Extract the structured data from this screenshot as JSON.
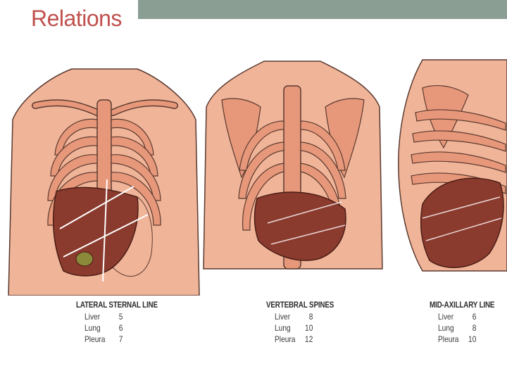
{
  "slide": {
    "title": "Relations"
  },
  "legends": [
    {
      "heading": "LATERAL STERNAL LINE",
      "rows": [
        {
          "label": "Liver",
          "value": "5"
        },
        {
          "label": "Lung",
          "value": "6"
        },
        {
          "label": "Pleura",
          "value": "7"
        }
      ]
    },
    {
      "heading": "VERTEBRAL SPINES",
      "rows": [
        {
          "label": "Liver",
          "value": "8"
        },
        {
          "label": "Lung",
          "value": "10"
        },
        {
          "label": "Pleura",
          "value": "12"
        }
      ]
    },
    {
      "heading": "MID-AXILLARY LINE",
      "rows": [
        {
          "label": "Liver",
          "value": "6"
        },
        {
          "label": "Lung",
          "value": "8"
        },
        {
          "label": "Pleura",
          "value": "10"
        }
      ]
    }
  ],
  "colors": {
    "header_bar": "#8a9e94",
    "title": "#c0504d",
    "skin": "#f0b498",
    "bone": "#e8987a",
    "liver": "#8b3a2e"
  }
}
